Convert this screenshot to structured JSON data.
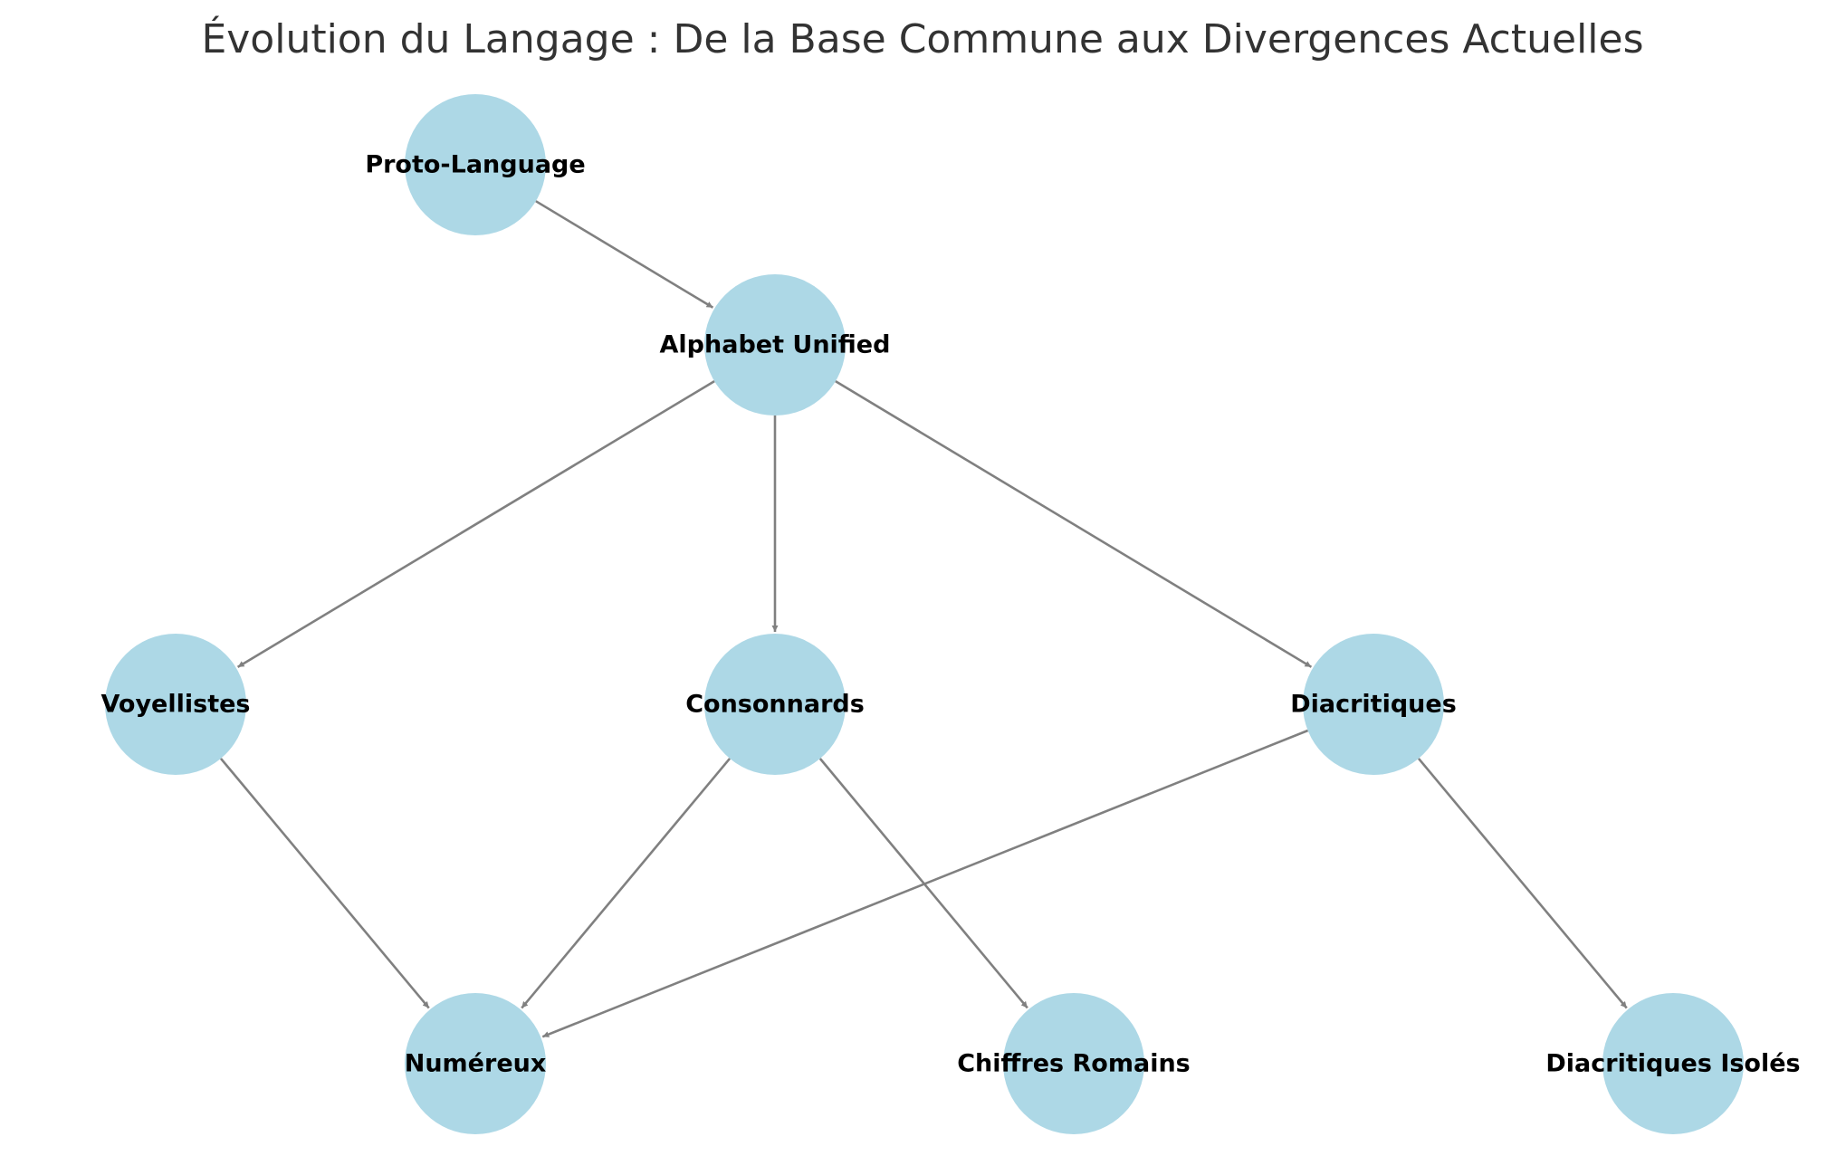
{
  "title": "Évolution du Langage : De la Base Commune aux Divergences Actuelles",
  "colors": {
    "node_fill": "#add8e6",
    "edge": "#808080",
    "title_text": "#333333",
    "label_text": "#000000"
  },
  "nodes": [
    {
      "id": "proto",
      "label": "Proto-Language"
    },
    {
      "id": "alphabet",
      "label": "Alphabet Unified"
    },
    {
      "id": "voyellistes",
      "label": "Voyellistes"
    },
    {
      "id": "consonnards",
      "label": "Consonnards"
    },
    {
      "id": "diacritiques",
      "label": "Diacritiques"
    },
    {
      "id": "numereux",
      "label": "Numéreux"
    },
    {
      "id": "chiffres",
      "label": "Chiffres Romains"
    },
    {
      "id": "diacritiques_isoles",
      "label": "Diacritiques Isolés"
    }
  ],
  "edges": [
    {
      "from": "proto",
      "to": "alphabet"
    },
    {
      "from": "alphabet",
      "to": "voyellistes"
    },
    {
      "from": "alphabet",
      "to": "consonnards"
    },
    {
      "from": "alphabet",
      "to": "diacritiques"
    },
    {
      "from": "voyellistes",
      "to": "numereux"
    },
    {
      "from": "consonnards",
      "to": "numereux"
    },
    {
      "from": "consonnards",
      "to": "chiffres"
    },
    {
      "from": "diacritiques",
      "to": "numereux"
    },
    {
      "from": "diacritiques",
      "to": "diacritiques_isoles"
    }
  ]
}
